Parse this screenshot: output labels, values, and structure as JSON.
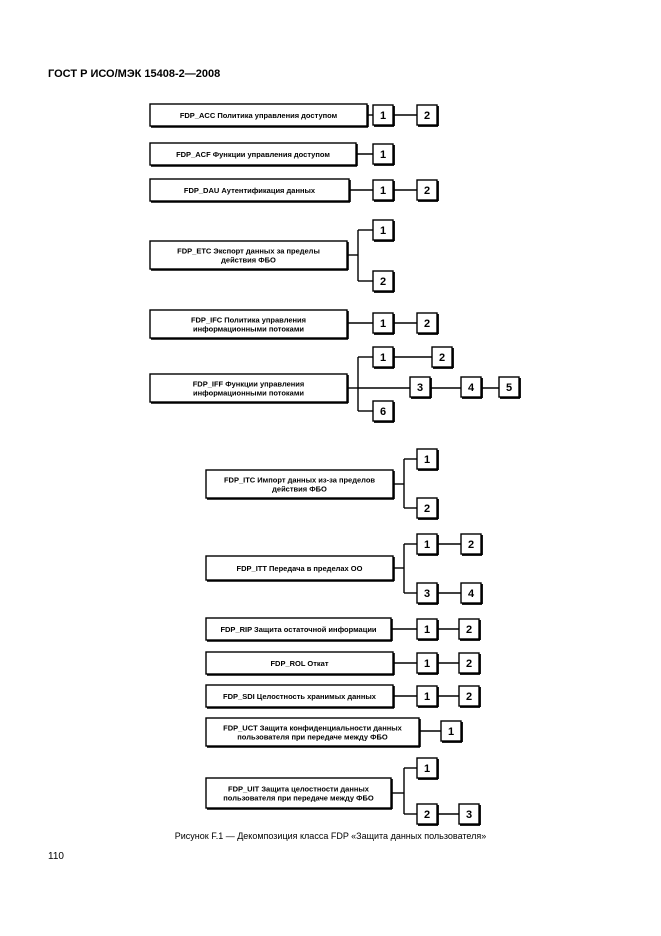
{
  "header": {
    "title": "ГОСТ Р ИСО/МЭК 15408-2—2008"
  },
  "diagram": {
    "components": [
      {
        "id": "acc",
        "lines": [
          "FDP_ACC Политика управления доступом"
        ],
        "levels": [
          "1",
          "2"
        ]
      },
      {
        "id": "acf",
        "lines": [
          "FDP_ACF Функции управления доступом"
        ],
        "levels": [
          "1"
        ]
      },
      {
        "id": "dau",
        "lines": [
          "FDP_DAU Аутентификация данных"
        ],
        "levels": [
          "1",
          "2"
        ]
      },
      {
        "id": "etc",
        "lines": [
          "FDP_ETC Экспорт данных за пределы",
          "действия ФБО"
        ],
        "levels": [
          "1",
          "2"
        ]
      },
      {
        "id": "ifc",
        "lines": [
          "FDP_IFC Политика управления",
          "информационными потоками"
        ],
        "levels": [
          "1",
          "2"
        ]
      },
      {
        "id": "iff",
        "lines": [
          "FDP_IFF Функции управления",
          "информационными потоками"
        ],
        "levels": [
          "1",
          "2",
          "3",
          "4",
          "5",
          "6"
        ]
      },
      {
        "id": "itc",
        "lines": [
          "FDP_ITC Импорт данных из-за пределов",
          "действия ФБО"
        ],
        "levels": [
          "1",
          "2"
        ]
      },
      {
        "id": "itt",
        "lines": [
          "FDP_ITT Передача в пределах ОО"
        ],
        "levels": [
          "1",
          "2",
          "3",
          "4"
        ]
      },
      {
        "id": "rip",
        "lines": [
          "FDP_RIP Защита остаточной информации"
        ],
        "levels": [
          "1",
          "2"
        ]
      },
      {
        "id": "rol",
        "lines": [
          "FDP_ROL Откат"
        ],
        "levels": [
          "1",
          "2"
        ]
      },
      {
        "id": "sdi",
        "lines": [
          "FDP_SDI Целостность хранимых данных"
        ],
        "levels": [
          "1",
          "2"
        ]
      },
      {
        "id": "uct",
        "lines": [
          "FDP_UCT Защита конфиденциальности данных",
          "пользователя при передаче между ФБО"
        ],
        "levels": [
          "1"
        ]
      },
      {
        "id": "uit",
        "lines": [
          "FDP_UIT Защита целостности данных",
          "пользователя при передаче между ФБО"
        ],
        "levels": [
          "1",
          "2",
          "3"
        ]
      }
    ]
  },
  "caption": "Рисунок F.1 — Декомпозиция класса FDP «Защита данных пользователя»",
  "page_number": "110"
}
